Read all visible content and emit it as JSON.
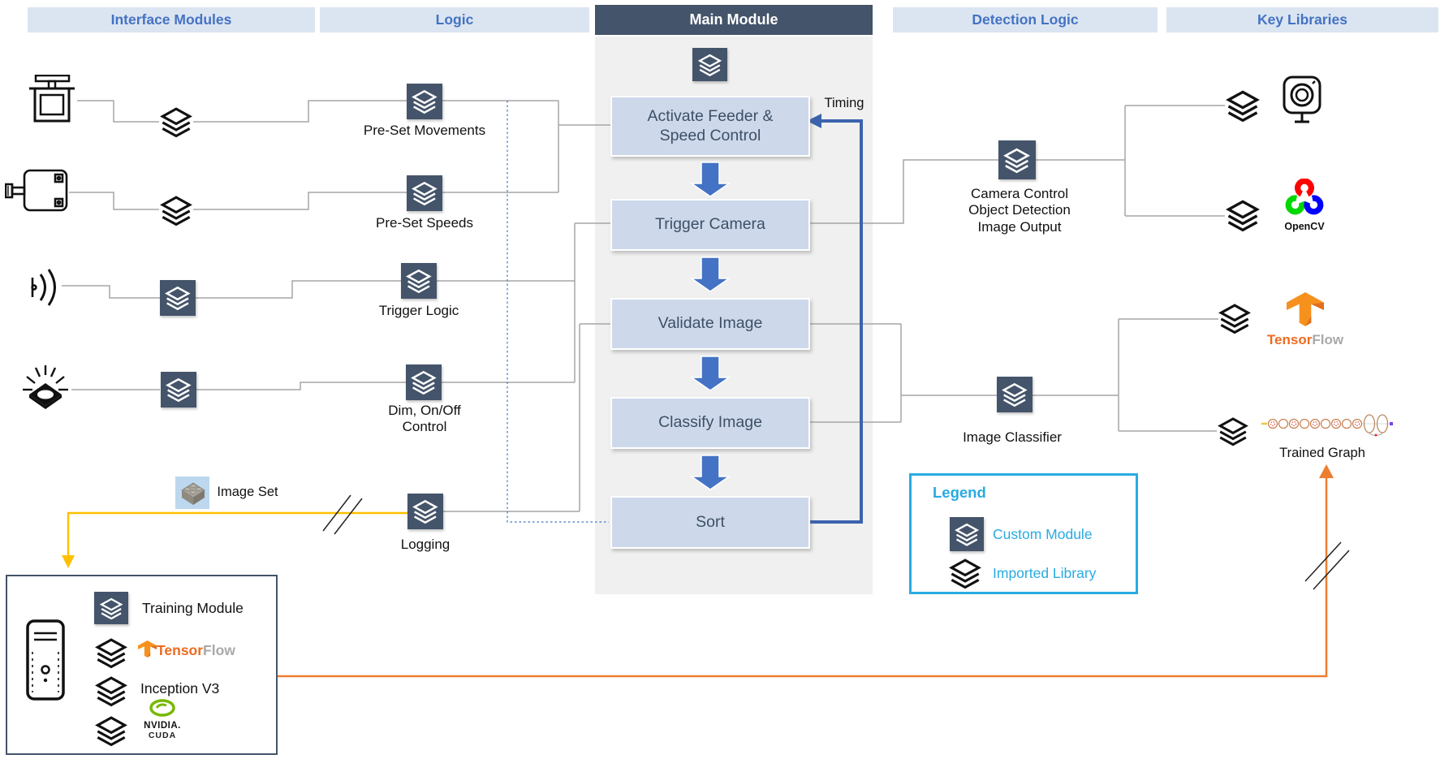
{
  "headers": {
    "interface": "Interface Modules",
    "logic": "Logic",
    "main": "Main Module",
    "detection": "Detection Logic",
    "libraries": "Key Libraries"
  },
  "interface_devices": [
    {
      "icon": "servo-motor-icon"
    },
    {
      "icon": "stepper-motor-icon"
    },
    {
      "icon": "proximity-sensor-icon"
    },
    {
      "icon": "light-icon"
    }
  ],
  "logic_modules": {
    "pre_set_movements": "Pre-Set Movements",
    "pre_set_speeds": "Pre-Set Speeds",
    "trigger_logic": "Trigger Logic",
    "dim_control": "Dim, On/Off\nControl",
    "logging": "Logging"
  },
  "main_module": {
    "steps": [
      "Activate Feeder &\nSpeed Control",
      "Trigger Camera",
      "Validate Image",
      "Classify Image",
      "Sort"
    ],
    "timing_label": "Timing"
  },
  "detection_modules": {
    "camera_control": "Camera Control\nObject Detection\nImage Output",
    "image_classifier": "Image Classifier"
  },
  "key_libraries": {
    "camera": {
      "icon": "camera-icon"
    },
    "opencv": {
      "label": "OpenCV"
    },
    "tensorflow": {
      "label_primary": "Tensor",
      "label_secondary": "Flow"
    },
    "trained_graph": {
      "label": "Trained Graph"
    }
  },
  "image_set": {
    "label": "Image Set",
    "icon": "brick-image-icon"
  },
  "training_box": {
    "computer_icon": "desktop-tower-icon",
    "rows": [
      {
        "type": "custom-module",
        "label": "Training Module"
      },
      {
        "type": "imported-library",
        "label_primary": "Tensor",
        "label_secondary": "Flow"
      },
      {
        "type": "imported-library",
        "label": "Inception V3"
      },
      {
        "type": "imported-library",
        "label": "NVIDIA.",
        "sublabel": "CUDA"
      }
    ]
  },
  "legend": {
    "title": "Legend",
    "items": [
      {
        "icon": "custom-module-icon",
        "label": "Custom Module"
      },
      {
        "icon": "imported-library-icon",
        "label": "Imported Library"
      }
    ]
  },
  "colors": {
    "dark_slate": "#44546A",
    "light_blue_header": "#DBE5F1",
    "header_text_blue": "#4472C4",
    "box_fill": "#CDD9EB",
    "flow_blue": "#4472C4",
    "connector_gray": "#A6A6A6",
    "legend_cyan": "#29ABE2",
    "yellow": "#FFC000",
    "orange": "#ED7D31",
    "tf_orange": "#F6911E",
    "nvidia_green": "#76B900"
  }
}
